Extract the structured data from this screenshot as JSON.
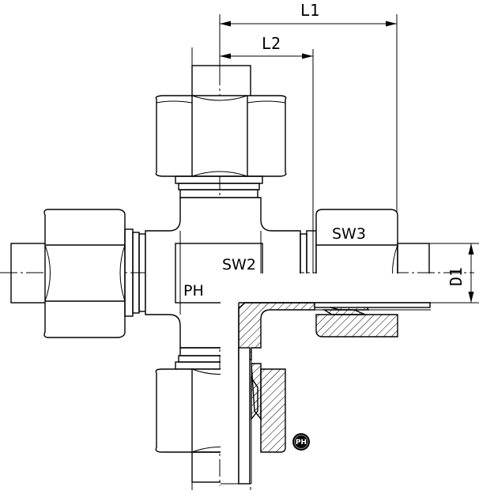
{
  "dimensions": {
    "L1": "L1",
    "L2": "L2",
    "SW2": "SW2",
    "SW3": "SW3",
    "D1": "D1"
  },
  "labels": {
    "material": "PH",
    "logo": "PH"
  }
}
